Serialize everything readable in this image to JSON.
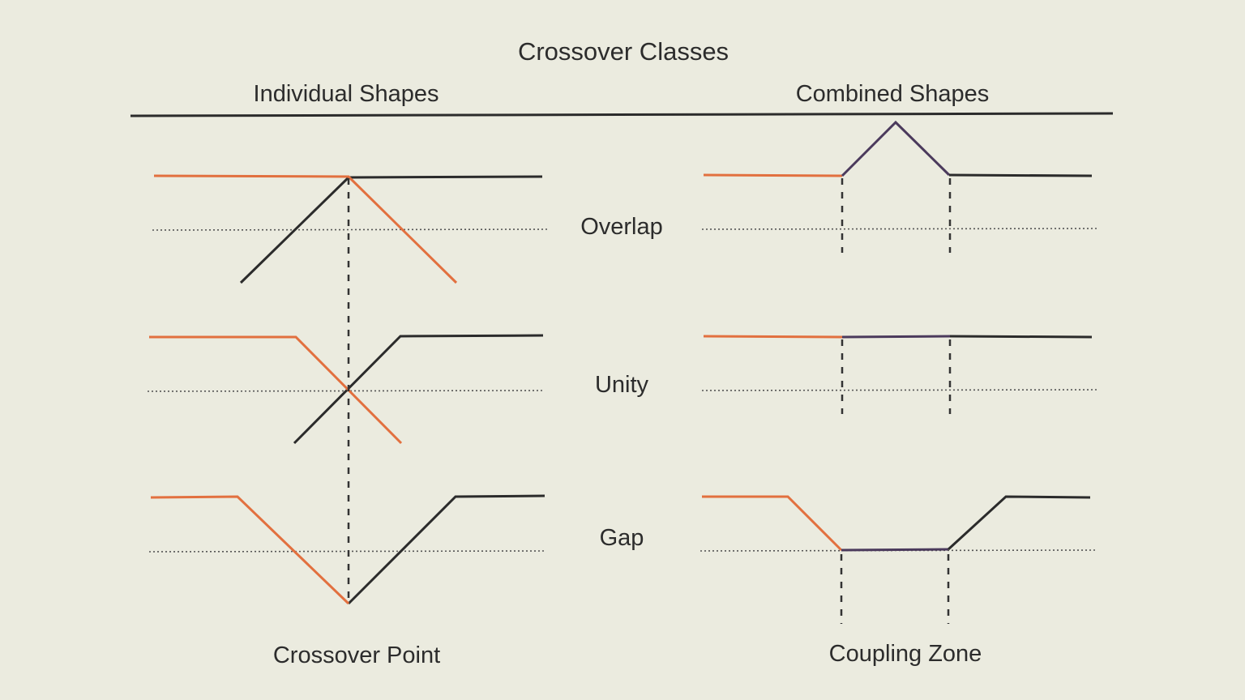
{
  "title": "Crossover Classes",
  "headers": {
    "individual": "Individual Shapes",
    "combined": "Combined Shapes"
  },
  "rows": [
    {
      "label": "Overlap"
    },
    {
      "label": "Unity"
    },
    {
      "label": "Gap"
    }
  ],
  "footers": {
    "crossover_point": "Crossover Point",
    "coupling_zone": "Coupling Zone"
  },
  "colors": {
    "background": "#ebebdf",
    "low_shape": "#e2703f",
    "high_shape": "#2b2b2b",
    "combined_zone": "#4b3a5c",
    "text": "#2c2c2c"
  }
}
